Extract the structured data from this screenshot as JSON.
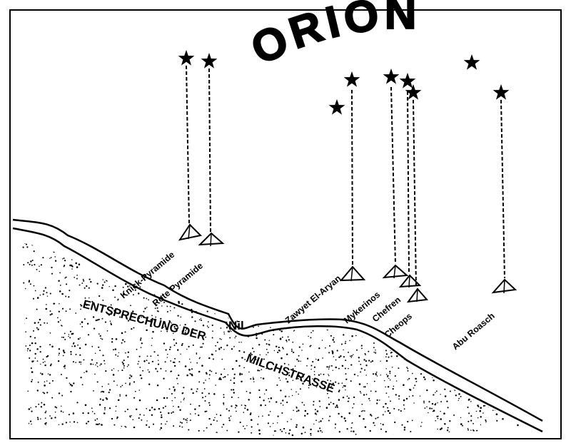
{
  "title": "ORION",
  "river_label": "Nil",
  "milky_way": {
    "line1": "ENTSPRECHUNG DER",
    "line2": "MILCHSTRASSE"
  },
  "pyramids": [
    {
      "id": "knick-pyramide",
      "label": "Knick-Pyramide"
    },
    {
      "id": "rote-pyramide",
      "label": "Rote Pyramide"
    },
    {
      "id": "zawyet-el-aryan",
      "label": "Zawyet El-Aryan"
    },
    {
      "id": "mykerinos",
      "label": "Mykerinos"
    },
    {
      "id": "chefren",
      "label": "Chefren"
    },
    {
      "id": "cheops",
      "label": "Cheops"
    },
    {
      "id": "abu-roasch",
      "label": "Abu Roasch"
    }
  ],
  "colors": {
    "ink": "#000000",
    "paper": "#ffffff"
  }
}
